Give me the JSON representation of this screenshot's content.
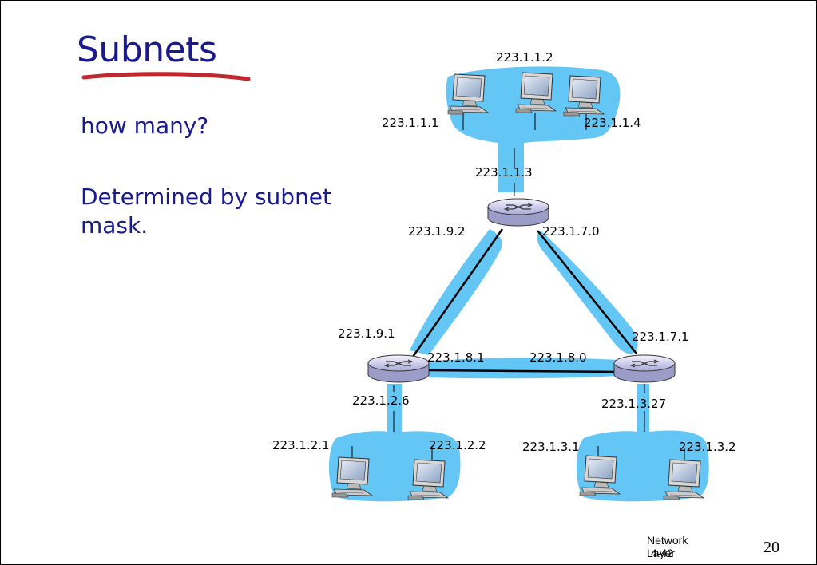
{
  "slide": {
    "title": "Subnets",
    "question": "how many?",
    "answer": "Determined by subnet mask.",
    "footer": "Network Layer",
    "footer_number": "4-42",
    "page_number": "20"
  },
  "colors": {
    "title": "#1a1a8c",
    "subnet_fill": "#63c6f5",
    "title_underline": "#c0282e"
  },
  "diagram": {
    "labels": {
      "top_host_2": "223.1.1.2",
      "top_host_1": "223.1.1.1",
      "top_host_4": "223.1.1.4",
      "top_router_if": "223.1.1.3",
      "top_router_left": "223.1.9.2",
      "top_router_right": "223.1.7.0",
      "left_router_top": "223.1.9.1",
      "left_router_right": "223.1.8.1",
      "right_router_left": "223.1.8.0",
      "right_router_top": "223.1.7.1",
      "left_router_bottom": "223.1.2.6",
      "right_router_bottom": "223.1.3.27",
      "bl_host_1": "223.1.2.1",
      "bl_host_2": "223.1.2.2",
      "br_host_1": "223.1.3.1",
      "br_host_2": "223.1.3.2"
    },
    "icons": [
      "router-icon",
      "computer-icon"
    ]
  }
}
